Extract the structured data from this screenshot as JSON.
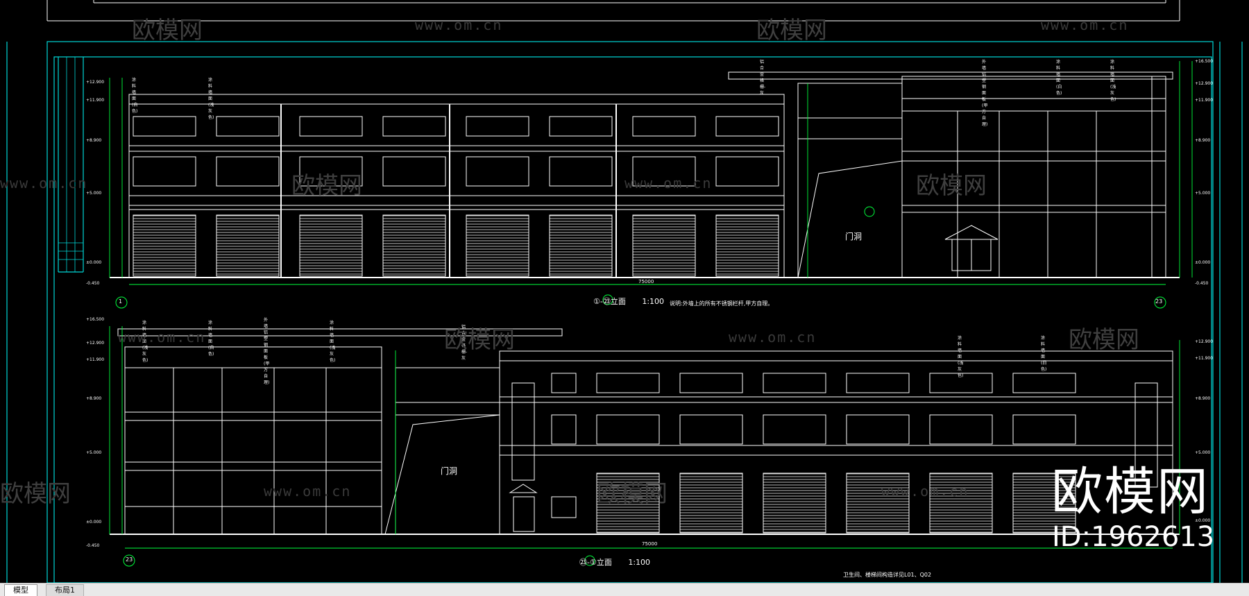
{
  "elevations": {
    "top": {
      "label": "①-㉓立面",
      "scale": "1:100",
      "note": "说明:外墙上的所有不锈钢栏杆,甲方自理。",
      "overall_dimension": "75000",
      "axis_left": "1",
      "axis_right": "23",
      "door_opening": "门洞",
      "level_marks": [
        "+12.900",
        "+11.900",
        "+8.900",
        "+5.000",
        "±0.000",
        "-0.450"
      ],
      "level_marks_right": [
        "+16.500",
        "+12.900",
        "+11.900",
        "+8.900",
        "+5.000",
        "±0.000",
        "-0.450"
      ],
      "finish_notes": [
        "涂料墙面(白色)",
        "涂料墙面(浅灰色)",
        "铝合金格栅-灰",
        "外墙铝塑钢面板(甲方自理)",
        "涂料墙面(白色)",
        "涂料墙面(浅灰色)"
      ]
    },
    "bottom": {
      "label": "㉓-①立面",
      "scale": "1:100",
      "note": "卫生间、楼梯间构造详见L01、Q02",
      "overall_dimension": "75000",
      "axis_left": "23",
      "door_opening": "门洞",
      "level_marks": [
        "+16.500",
        "+12.900",
        "+11.900",
        "+8.900",
        "+5.000",
        "±0.000",
        "-0.450"
      ],
      "level_marks_right": [
        "+12.900",
        "+11.900",
        "+8.900",
        "+5.000",
        "±0.000"
      ],
      "finish_notes": [
        "涂料墙面(浅灰色)",
        "涂料墙面(白色)",
        "外墙铝塑钢面板(甲方自理)",
        "涂料墙面(浅灰色)",
        "铝合金格栅-灰",
        "涂料墙面(浅灰色)",
        "涂料墙面(白色)"
      ]
    }
  },
  "watermarks": {
    "brand_text": "欧模网",
    "url_text": "www.om.cn"
  },
  "brand": {
    "name": "欧模网",
    "id_text": "ID:1962613"
  },
  "tabs": {
    "model": "模型",
    "layout1": "布局1"
  },
  "colors": {
    "background": "#000000",
    "linework": "#ffffff",
    "dimension": "#00ff3c",
    "frame": "#00e5e5"
  }
}
